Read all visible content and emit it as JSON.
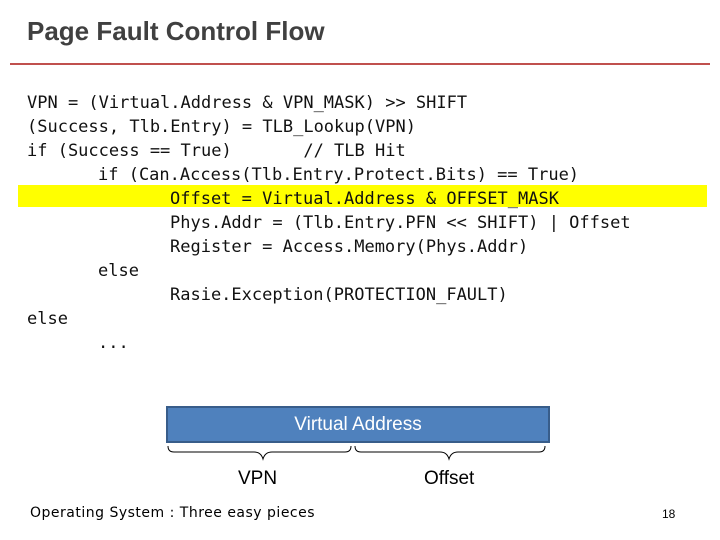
{
  "title": "Page Fault Control Flow",
  "code_lines": [
    {
      "indent": 0,
      "text": "VPN = (Virtual.Address & VPN_MASK) >> SHIFT"
    },
    {
      "indent": 0,
      "text": "(Success, Tlb.Entry) = TLB_Lookup(VPN)"
    },
    {
      "indent": 0,
      "text": "if (Success == True)       // TLB Hit"
    },
    {
      "indent": 1,
      "text": "if (Can.Access(Tlb.Entry.Protect.Bits) == True)"
    },
    {
      "indent": 2,
      "text": "Offset = Virtual.Address & OFFSET_MASK"
    },
    {
      "indent": 2,
      "text": "Phys.Addr = (Tlb.Entry.PFN << SHIFT) | Offset"
    },
    {
      "indent": 2,
      "text": "Register = Access.Memory(Phys.Addr)"
    },
    {
      "indent": 1,
      "text": "else"
    },
    {
      "indent": 2,
      "text": "Rasie.Exception(PROTECTION_FAULT)"
    },
    {
      "indent": 0,
      "text": "else"
    },
    {
      "indent": 1,
      "text": "..."
    }
  ],
  "highlighted_line_index": 4,
  "colors": {
    "title_text": "#404040",
    "title_rule": "#c0504d",
    "highlight": "#ffff00",
    "box_fill": "#4f81bd",
    "box_border": "#385d8a"
  },
  "diagram": {
    "box_label": "Virtual Address",
    "vpn_label": "VPN",
    "offset_label": "Offset"
  },
  "footer": "Operating System : Three easy pieces",
  "page_number": "18"
}
